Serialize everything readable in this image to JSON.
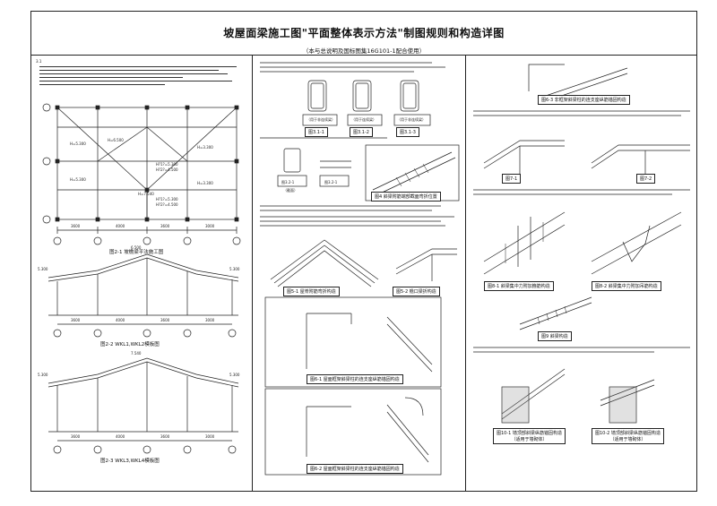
{
  "header": {
    "title": "坡屋面梁施工图\"平面整体表示方法\"制图规则和构造详图",
    "subtitle": "（本与总说明及国标图集16G101-1配合使用）"
  },
  "left": {
    "note_head": "3.1",
    "plan_caption": "图2-1 坡檐梁平法施工图",
    "elev1_caption": "图2-2 WKL1,WKL2模板图",
    "elev2_caption": "图2-3 WKL3,WKL4模板图",
    "plan_labels": {
      "h1": "H=5.300",
      "h2": "H=6.500",
      "h3": "H=5.300",
      "h4": "H=5.300",
      "h5": "H=3.300",
      "h6": "H=3.300",
      "h7": "H=7.540",
      "h8": "H?1?=5.300",
      "h9": "H?2?=4.500",
      "h10": "H?1?=5.300",
      "h11": "H?2?=4.500",
      "dim1": "3600",
      "dim2": "4000",
      "dim3": "3600",
      "dim4": "3000"
    },
    "elev1": {
      "top": "6.500",
      "left": "5.300",
      "right": "5.300",
      "dims": [
        "3600",
        "4000",
        "3600",
        "3000"
      ]
    },
    "elev2": {
      "top": "7.540",
      "left": "5.300",
      "right": "5.300",
      "dims": [
        "3600",
        "4000",
        "3600",
        "3000"
      ]
    }
  },
  "middle": {
    "fig31": "图3.1-1",
    "fig31_sub": "（用于非连续梁）",
    "fig32": "图3.1-2",
    "fig32_sub": "（用于连续梁）",
    "fig33": "图3.1-3",
    "fig33_sub": "（用于非连续梁）",
    "fig34": "图3.2-1",
    "fig34_sub": "（截面）",
    "fig35": "图3.2-1",
    "fig36": "图4 斜梁附筋端部截面弯折位置",
    "fig51": "图5-1 屋脊附筋弯折构造",
    "fig52": "图5-2 檐口梁折构造",
    "fig61": "图6-1 屋面框架斜梁柱的连支座纵筋锚固构造",
    "fig62": "图6-2 屋面框架斜梁柱的连支座纵筋锚固构造"
  },
  "right": {
    "fig63": "图6-3 非框架斜梁柱的连支座纵筋锚固构造",
    "fig71": "图7-1",
    "fig72": "图7-2",
    "fig81": "图8-1 斜梁集中力附加箍筋构造",
    "fig82": "图8-2 斜梁集中力附加吊筋构造",
    "fig9": "图9 斜梁构造",
    "fig101": "图10-1 墙顶部斜梁纵筋锚固构造",
    "fig101_sub": "（适用于墙砌体）",
    "fig102": "图10-2 墙顶部斜梁纵筋锚固构造",
    "fig102_sub": "（适用于墙砌体）"
  }
}
